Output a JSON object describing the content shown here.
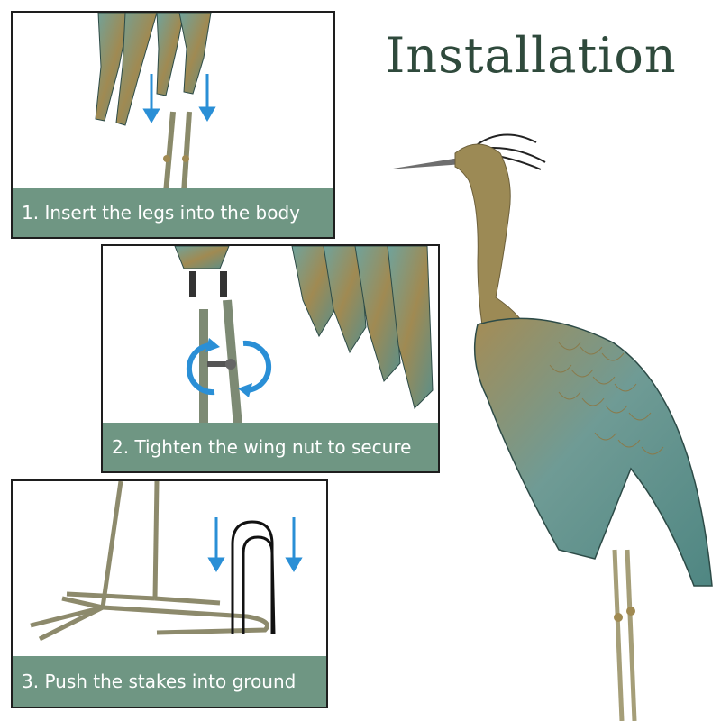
{
  "title": "Installation",
  "steps": [
    {
      "number": 1,
      "caption": "1. Insert the legs into the body"
    },
    {
      "number": 2,
      "caption": "2. Tighten the wing nut to secure"
    },
    {
      "number": 3,
      "caption": "3. Push the stakes into ground"
    }
  ],
  "colors": {
    "title_text": "#2f4a3c",
    "caption_band": "#6f9683",
    "caption_text": "#ffffff",
    "arrow_blue": "#2a8fd6",
    "metal_teal": "#5f9490",
    "metal_bronze": "#a08a52",
    "stake_black": "#111111"
  }
}
